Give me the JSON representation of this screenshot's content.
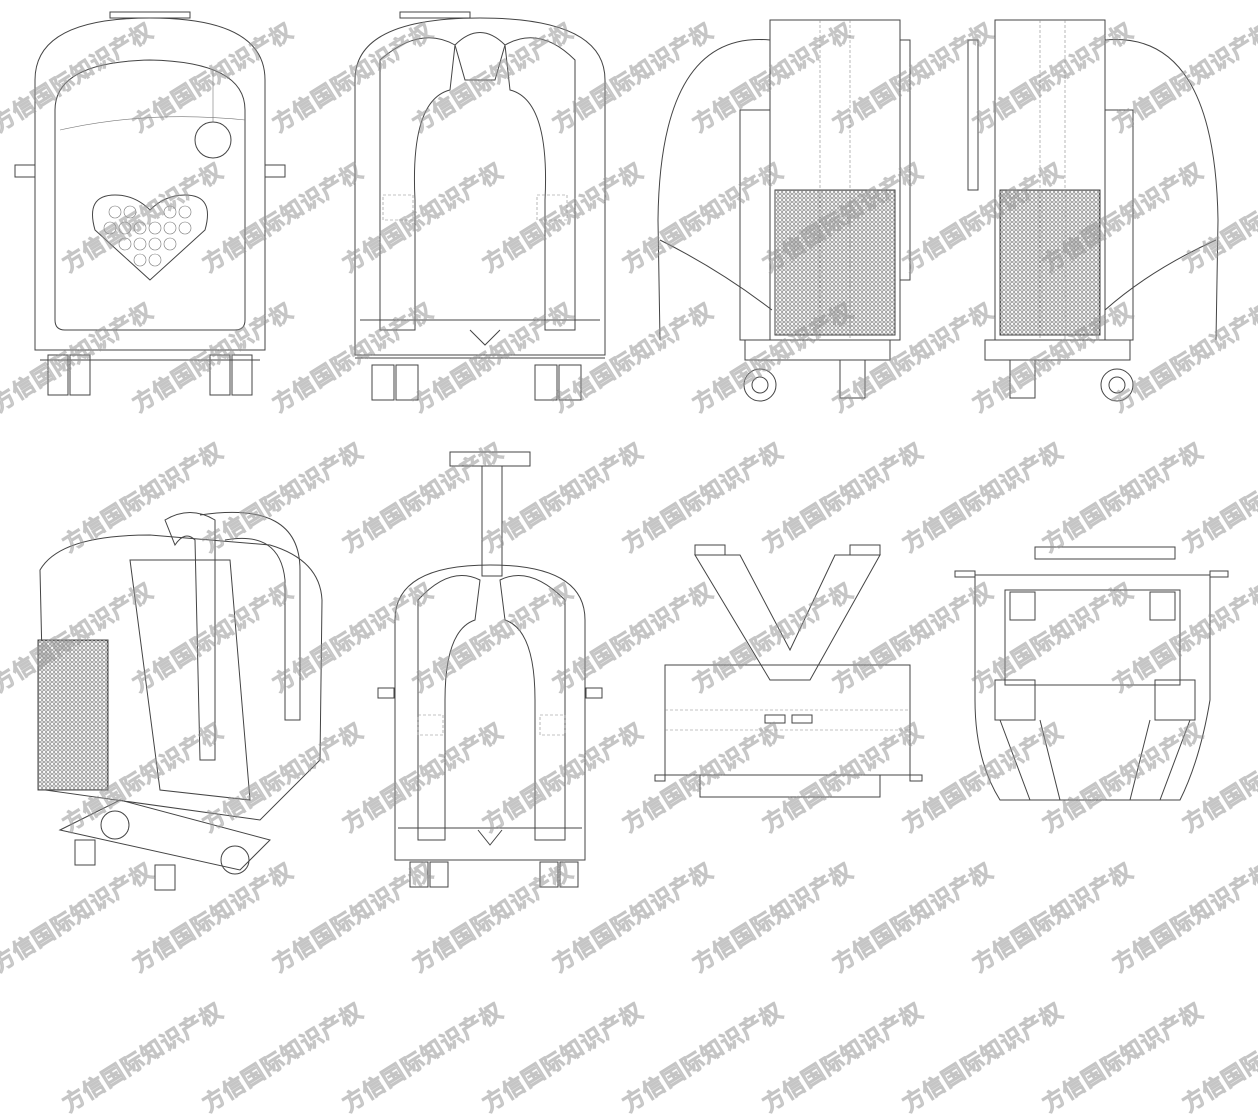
{
  "watermark": {
    "text": "方信国际知识产权"
  },
  "views": [
    {
      "name": "front-view"
    },
    {
      "name": "back-view"
    },
    {
      "name": "left-side-view"
    },
    {
      "name": "right-side-view"
    },
    {
      "name": "perspective-view"
    },
    {
      "name": "back-view-handle-extended"
    },
    {
      "name": "top-view"
    },
    {
      "name": "bottom-view"
    }
  ]
}
